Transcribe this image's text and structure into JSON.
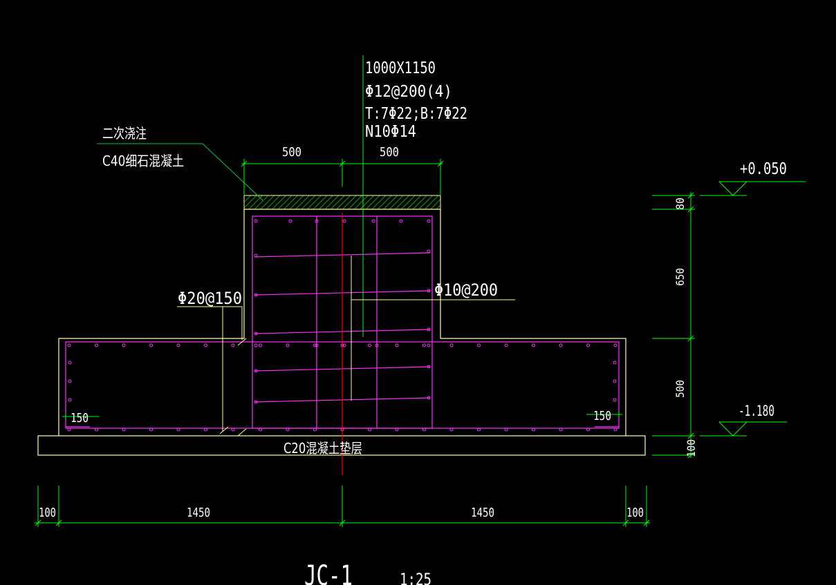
{
  "colors": {
    "background": "#000000",
    "outline": "#ffffa0",
    "rebar": "#ff33ff",
    "dimension": "#00ff00",
    "centerline": "#ff0000",
    "leader_green": "#00cc44",
    "leader_yellow": "#ffff80",
    "text": "#ffffff",
    "hatch": "#00aa00"
  },
  "column_notes": {
    "size": "1000X1150",
    "stirrup": "Φ12@200(4)",
    "longitudinal": "T:7Φ22;B:7Φ22",
    "side_bars": "N10Φ14"
  },
  "grout_note": {
    "line1": "二次浇注",
    "line2": "C40细石混凝土"
  },
  "labels": {
    "top_rebar": "Φ20@150",
    "side_rebar": "Φ10@200",
    "cover_left": "150",
    "cover_right": "150",
    "pad": "C20混凝土垫层"
  },
  "elevations": {
    "top": "+0.050",
    "bottom": "-1.180"
  },
  "dims": {
    "col_left": "500",
    "col_right": "500",
    "v_top": "80",
    "v_pedestal": "650",
    "v_footing": "500",
    "v_pad": "100",
    "h_pad_left": "100",
    "h_left": "1450",
    "h_right": "1450",
    "h_pad_right": "100"
  },
  "title": {
    "name": "JC-1",
    "scale": "1:25"
  }
}
